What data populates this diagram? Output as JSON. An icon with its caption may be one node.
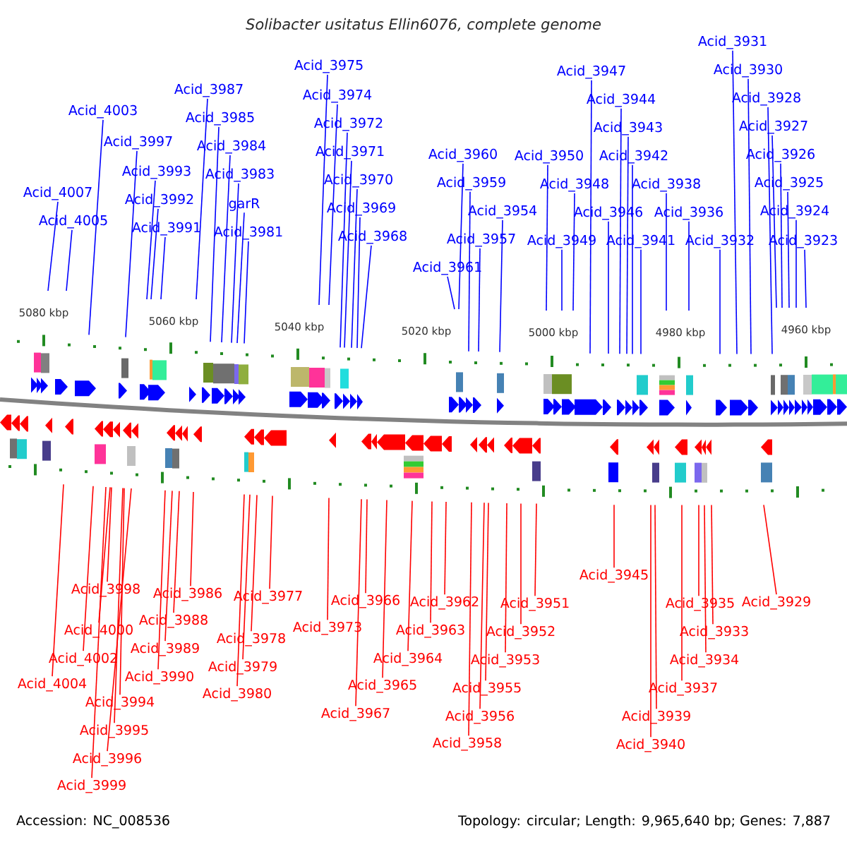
{
  "diagram": {
    "title": "Solibacter usitatus Ellin6076, complete genome",
    "nodes": [
      {
        "text": [
          "Acid_4003"
        ]
      },
      {
        "text": [
          "Acid_3997"
        ]
      },
      {
        "text": [
          "Acid_3993"
        ]
      },
      {
        "text": [
          "Acid_4007"
        ]
      },
      {
        "text": [
          "Acid_3992"
        ]
      },
      {
        "text": [
          "Acid_4005"
        ]
      },
      {
        "text": [
          "Acid_3991"
        ]
      },
      {
        "text": [
          "Acid_3987"
        ]
      },
      {
        "text": [
          "Acid_3985"
        ]
      },
      {
        "text": [
          "Acid_3984"
        ]
      },
      {
        "text": [
          "Acid_3983"
        ]
      },
      {
        "text": [
          "garR"
        ]
      },
      {
        "text": [
          "Acid_3981"
        ]
      },
      {
        "text": [
          "Acid_3975"
        ]
      },
      {
        "text": [
          "Acid_3974"
        ]
      },
      {
        "text": [
          "Acid_3972"
        ]
      },
      {
        "text": [
          "Acid_3971"
        ]
      },
      {
        "text": [
          "Acid_3970"
        ]
      },
      {
        "text": [
          "Acid_3969"
        ]
      },
      {
        "text": [
          "Acid_3968"
        ]
      },
      {
        "text": [
          "Acid_3960"
        ]
      },
      {
        "text": [
          "Acid_3959"
        ]
      },
      {
        "text": [
          "Acid_3954"
        ]
      },
      {
        "text": [
          "Acid_3957"
        ]
      },
      {
        "text": [
          "Acid_3961"
        ]
      },
      {
        "text": [
          "Acid_3950"
        ]
      },
      {
        "text": [
          "Acid_3948"
        ]
      },
      {
        "text": [
          "Acid_3949"
        ]
      },
      {
        "text": [
          "Acid_3947"
        ]
      },
      {
        "text": [
          "Acid_3944"
        ]
      },
      {
        "text": [
          "Acid_3943"
        ]
      },
      {
        "text": [
          "Acid_3942"
        ]
      },
      {
        "text": [
          "Acid_3946"
        ]
      },
      {
        "text": [
          "Acid_3941"
        ]
      },
      {
        "text": [
          "Acid_3938"
        ]
      },
      {
        "text": [
          "Acid_3936"
        ]
      },
      {
        "text": [
          "Acid_3932"
        ]
      },
      {
        "text": [
          "Acid_3931"
        ]
      },
      {
        "text": [
          "Acid_3930"
        ]
      },
      {
        "text": [
          "Acid_3928"
        ]
      },
      {
        "text": [
          "Acid_3927"
        ]
      },
      {
        "text": [
          "Acid_3926"
        ]
      },
      {
        "text": [
          "Acid_3925"
        ]
      },
      {
        "text": [
          "Acid_3924"
        ]
      },
      {
        "text": [
          "Acid_3923"
        ]
      },
      {
        "text": [
          "Acid_3998"
        ]
      },
      {
        "text": [
          "Acid_4000"
        ]
      },
      {
        "text": [
          "Acid_4002"
        ]
      },
      {
        "text": [
          "Acid_4004"
        ]
      },
      {
        "text": [
          "Acid_3994"
        ]
      },
      {
        "text": [
          "Acid_3995"
        ]
      },
      {
        "text": [
          "Acid_3996"
        ]
      },
      {
        "text": [
          "Acid_3999"
        ]
      },
      {
        "text": [
          "Acid_3986"
        ]
      },
      {
        "text": [
          "Acid_3988"
        ]
      },
      {
        "text": [
          "Acid_3989"
        ]
      },
      {
        "text": [
          "Acid_3990"
        ]
      },
      {
        "text": [
          "Acid_3977"
        ]
      },
      {
        "text": [
          "Acid_3978"
        ]
      },
      {
        "text": [
          "Acid_3979"
        ]
      },
      {
        "text": [
          "Acid_3980"
        ]
      },
      {
        "text": [
          "Acid_3973"
        ]
      },
      {
        "text": [
          "Acid_3966"
        ]
      },
      {
        "text": [
          "Acid_3964"
        ]
      },
      {
        "text": [
          "Acid_3965"
        ]
      },
      {
        "text": [
          "Acid_3967"
        ]
      },
      {
        "text": [
          "Acid_3962"
        ]
      },
      {
        "text": [
          "Acid_3963"
        ]
      },
      {
        "text": [
          "Acid_3951"
        ]
      },
      {
        "text": [
          "Acid_3952"
        ]
      },
      {
        "text": [
          "Acid_3953"
        ]
      },
      {
        "text": [
          "Acid_3955"
        ]
      },
      {
        "text": [
          "Acid_3956"
        ]
      },
      {
        "text": [
          "Acid_3958"
        ]
      },
      {
        "text": [
          "Acid_3945"
        ]
      },
      {
        "text": [
          "Acid_3935"
        ]
      },
      {
        "text": [
          "Acid_3929"
        ]
      },
      {
        "text": [
          "Acid_3933"
        ]
      },
      {
        "text": [
          "Acid_3934"
        ]
      },
      {
        "text": [
          "Acid_3937"
        ]
      },
      {
        "text": [
          "Acid_3939"
        ]
      },
      {
        "text": [
          "Acid_3940"
        ]
      }
    ],
    "edges": [
      {
        "from": 0,
        "to": null,
        "arrow": "none"
      },
      {
        "from": 1,
        "to": null,
        "arrow": "none"
      },
      {
        "from": 2,
        "to": null,
        "arrow": "none"
      },
      {
        "from": 3,
        "to": null,
        "arrow": "none"
      },
      {
        "from": 4,
        "to": null,
        "arrow": "none"
      },
      {
        "from": 5,
        "to": null,
        "arrow": "none"
      },
      {
        "from": 6,
        "to": null,
        "arrow": "none"
      },
      {
        "from": 7,
        "to": null,
        "arrow": "none"
      },
      {
        "from": 8,
        "to": null,
        "arrow": "none"
      },
      {
        "from": 9,
        "to": null,
        "arrow": "none"
      },
      {
        "from": 10,
        "to": null,
        "arrow": "none"
      },
      {
        "from": 11,
        "to": null,
        "arrow": "none"
      },
      {
        "from": 12,
        "to": null,
        "arrow": "none"
      },
      {
        "from": 13,
        "to": null,
        "arrow": "none"
      },
      {
        "from": 14,
        "to": null,
        "arrow": "none"
      },
      {
        "from": 15,
        "to": null,
        "arrow": "none"
      },
      {
        "from": 16,
        "to": null,
        "arrow": "none"
      },
      {
        "from": 17,
        "to": null,
        "arrow": "none"
      },
      {
        "from": 18,
        "to": null,
        "arrow": "none"
      },
      {
        "from": 19,
        "to": null,
        "arrow": "none"
      },
      {
        "from": 20,
        "to": null,
        "arrow": "none"
      },
      {
        "from": 21,
        "to": null,
        "arrow": "none"
      },
      {
        "from": 22,
        "to": null,
        "arrow": "none"
      },
      {
        "from": 23,
        "to": null,
        "arrow": "none"
      },
      {
        "from": 24,
        "to": null,
        "arrow": "none"
      },
      {
        "from": 25,
        "to": null,
        "arrow": "none"
      },
      {
        "from": 26,
        "to": null,
        "arrow": "none"
      },
      {
        "from": 27,
        "to": null,
        "arrow": "none"
      },
      {
        "from": 28,
        "to": null,
        "arrow": "none"
      },
      {
        "from": 29,
        "to": null,
        "arrow": "none"
      },
      {
        "from": 30,
        "to": null,
        "arrow": "none"
      },
      {
        "from": 31,
        "to": null,
        "arrow": "none"
      },
      {
        "from": 32,
        "to": null,
        "arrow": "none"
      },
      {
        "from": 33,
        "to": null,
        "arrow": "none"
      },
      {
        "from": 34,
        "to": null,
        "arrow": "none"
      },
      {
        "from": 35,
        "to": null,
        "arrow": "none"
      },
      {
        "from": 36,
        "to": null,
        "arrow": "none"
      },
      {
        "from": 37,
        "to": null,
        "arrow": "none"
      },
      {
        "from": 38,
        "to": null,
        "arrow": "none"
      },
      {
        "from": 39,
        "to": null,
        "arrow": "none"
      },
      {
        "from": 40,
        "to": null,
        "arrow": "none"
      },
      {
        "from": 41,
        "to": null,
        "arrow": "none"
      },
      {
        "from": 42,
        "to": null,
        "arrow": "none"
      },
      {
        "from": 43,
        "to": null,
        "arrow": "none"
      },
      {
        "from": 44,
        "to": null,
        "arrow": "none"
      },
      {
        "from": 45,
        "to": null,
        "arrow": "none",
        "color": "#ff0000"
      },
      {
        "from": 46,
        "to": null,
        "arrow": "none",
        "color": "#ff0000"
      },
      {
        "from": 47,
        "to": null,
        "arrow": "none",
        "color": "#ff0000"
      },
      {
        "from": 48,
        "to": null,
        "arrow": "none",
        "color": "#ff0000"
      },
      {
        "from": 49,
        "to": null,
        "arrow": "none",
        "color": "#ff0000"
      },
      {
        "from": 50,
        "to": null,
        "arrow": "none",
        "color": "#ff0000"
      },
      {
        "from": 51,
        "to": null,
        "arrow": "none",
        "color": "#ff0000"
      },
      {
        "from": 52,
        "to": null,
        "arrow": "none",
        "color": "#ff0000"
      },
      {
        "from": 53,
        "to": null,
        "arrow": "none",
        "color": "#ff0000"
      },
      {
        "from": 54,
        "to": null,
        "arrow": "none",
        "color": "#ff0000"
      },
      {
        "from": 55,
        "to": null,
        "arrow": "none",
        "color": "#ff0000"
      },
      {
        "from": 56,
        "to": null,
        "arrow": "none",
        "color": "#ff0000"
      },
      {
        "from": 57,
        "to": null,
        "arrow": "none",
        "color": "#ff0000"
      },
      {
        "from": 58,
        "to": null,
        "arrow": "none",
        "color": "#ff0000"
      },
      {
        "from": 59,
        "to": null,
        "arrow": "none",
        "color": "#ff0000"
      },
      {
        "from": 60,
        "to": null,
        "arrow": "none",
        "color": "#ff0000"
      },
      {
        "from": 61,
        "to": null,
        "arrow": "none",
        "color": "#ff0000"
      },
      {
        "from": 62,
        "to": null,
        "arrow": "none",
        "color": "#ff0000"
      },
      {
        "from": 63,
        "to": null,
        "arrow": "none",
        "color": "#ff0000"
      },
      {
        "from": 64,
        "to": null,
        "arrow": "none",
        "color": "#ff0000"
      },
      {
        "from": 65,
        "to": null,
        "arrow": "none",
        "color": "#ff0000"
      },
      {
        "from": 66,
        "to": null,
        "arrow": "none",
        "color": "#ff0000"
      },
      {
        "from": 67,
        "to": null,
        "arrow": "none",
        "color": "#ff0000"
      },
      {
        "from": 68,
        "to": null,
        "arrow": "none",
        "color": "#ff0000"
      },
      {
        "from": 69,
        "to": null,
        "arrow": "none",
        "color": "#ff0000"
      },
      {
        "from": 70,
        "to": null,
        "arrow": "none",
        "color": "#ff0000"
      },
      {
        "from": 71,
        "to": null,
        "arrow": "none",
        "color": "#ff0000"
      },
      {
        "from": 72,
        "to": null,
        "arrow": "none",
        "color": "#ff0000"
      },
      {
        "from": 73,
        "to": null,
        "arrow": "none",
        "color": "#ff0000"
      },
      {
        "from": 74,
        "to": null,
        "arrow": "none",
        "color": "#ff0000"
      },
      {
        "from": 75,
        "to": null,
        "arrow": "none",
        "color": "#ff0000"
      },
      {
        "from": 76,
        "to": null,
        "arrow": "none",
        "color": "#ff0000"
      },
      {
        "from": 77,
        "to": null,
        "arrow": "none",
        "color": "#ff0000"
      },
      {
        "from": 78,
        "to": null,
        "arrow": "none",
        "color": "#ff0000"
      },
      {
        "from": 79,
        "to": null,
        "arrow": "none",
        "color": "#ff0000"
      },
      {
        "from": 80,
        "to": null,
        "arrow": "none",
        "color": "#ff0000"
      },
      {
        "from": 81,
        "to": null,
        "arrow": "none",
        "color": "#ff0000"
      }
    ],
    "labels": [
      "5080 kbp",
      "5060 kbp",
      "5040 kbp",
      "5020 kbp",
      "5000 kbp",
      "4980 kbp",
      "4960 kbp",
      "Accession: NC_008536",
      "Topology: circular; Length: 9,965,640 bp; Genes: 7,887"
    ]
  }
}
